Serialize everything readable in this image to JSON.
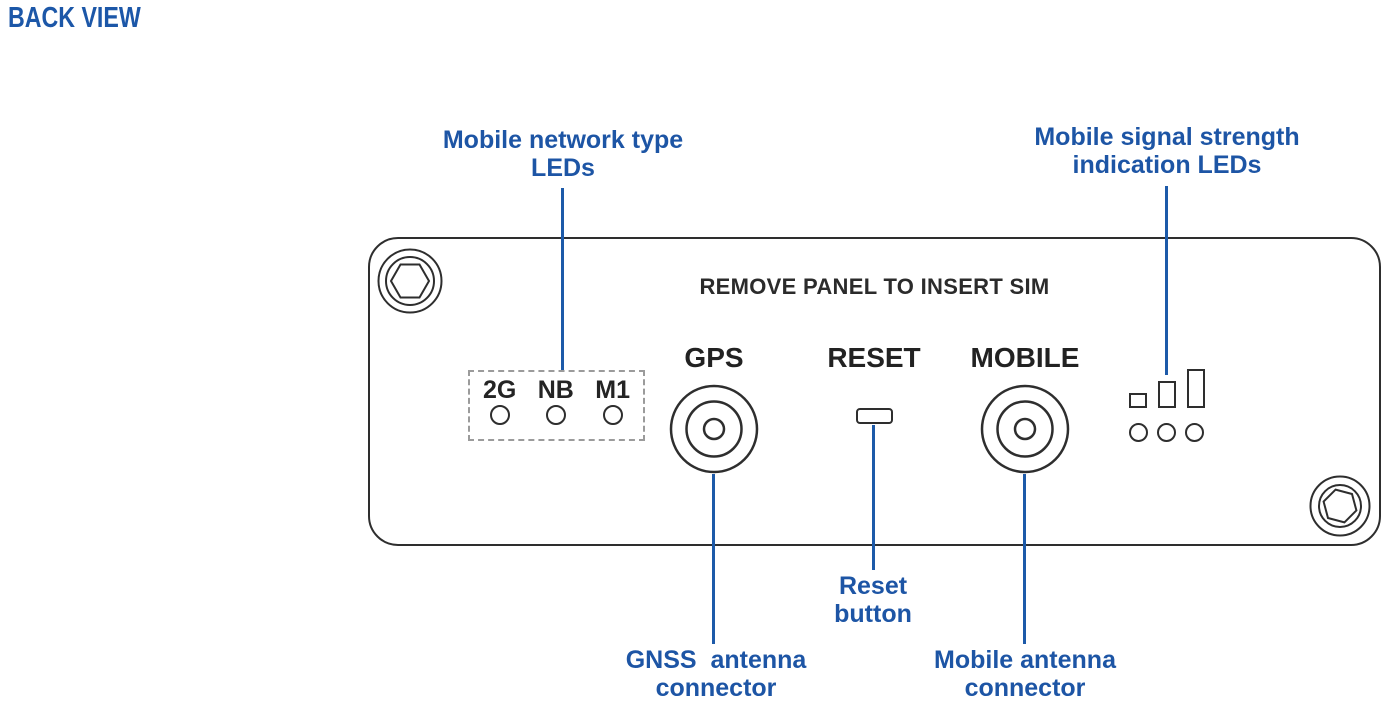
{
  "title": "BACK VIEW",
  "colors": {
    "label_blue": "#1d55a5",
    "line_blue": "#1d5aa9",
    "outline_dark": "#2e2e2e",
    "dashed_gray": "#9b9b9b"
  },
  "panel": {
    "sim_notice": "REMOVE PANEL TO INSERT SIM",
    "gps_label": "GPS",
    "reset_label": "RESET",
    "mobile_label": "MOBILE",
    "led_labels": [
      "2G",
      "NB",
      "M1"
    ]
  },
  "callouts": {
    "network_type": {
      "lines": [
        "Mobile network type",
        "LEDs"
      ]
    },
    "signal_strength": {
      "lines": [
        "Mobile signal strength",
        "indication LEDs"
      ]
    },
    "reset": {
      "lines": [
        "Reset",
        "button"
      ]
    },
    "gnss": {
      "lines": [
        "GNSS  antenna",
        "connector"
      ]
    },
    "mobile_antenna": {
      "lines": [
        "Mobile antenna",
        "connector"
      ]
    }
  }
}
